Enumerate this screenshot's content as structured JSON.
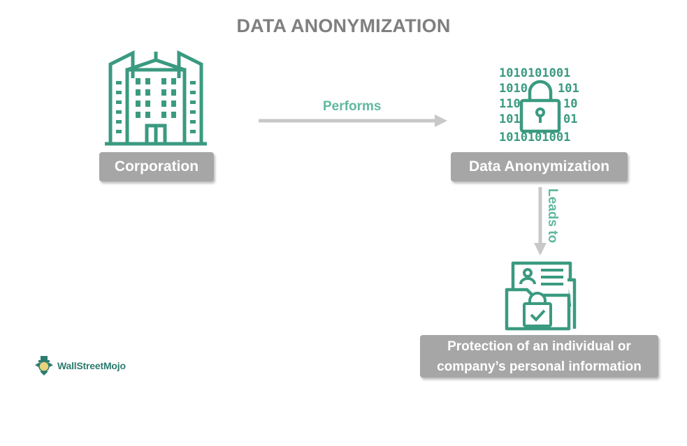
{
  "title": "DATA ANONYMIZATION",
  "nodes": {
    "corporation": {
      "label": "Corporation",
      "icon": "office-building-icon"
    },
    "anonymization": {
      "label": "Data Anonymization",
      "icon": "binary-lock-icon"
    },
    "protection": {
      "label": "Protection of an individual or\ncompany’s personal information",
      "icon": "secure-folder-icon"
    }
  },
  "edges": [
    {
      "from": "corporation",
      "to": "anonymization",
      "label": "Performs"
    },
    {
      "from": "anonymization",
      "to": "protection",
      "label": "Leads to"
    }
  ],
  "logo": {
    "text": "WallStreetMojo",
    "icon": "mojo-mascot-icon"
  },
  "colors": {
    "icon_green": "#3a9a80",
    "label_green": "#5fb89f",
    "box_gray": "#a6a6a6",
    "arrow_gray": "#c8c8c8",
    "title_gray": "#7f7f7f"
  }
}
